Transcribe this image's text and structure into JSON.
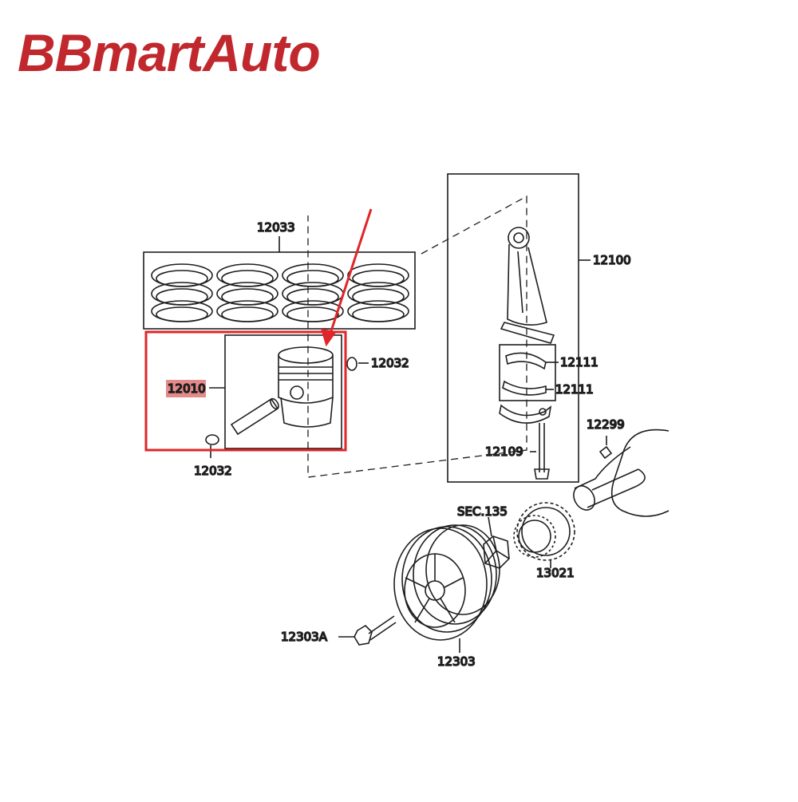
{
  "brand": {
    "logo_text": "BBmartAuto",
    "color": "#c0282d"
  },
  "colors": {
    "highlight_box": "#e0262a",
    "callout_arrow": "#e0262a",
    "line_art": "#1e1e1e",
    "part_highlight": "#e58a8a"
  },
  "callouts": {
    "piston_rings": "12033",
    "piston_assembly": "12010",
    "snap_ring_right": "12032",
    "snap_ring_left": "12032",
    "connecting_rod": "12100",
    "bearing_upper": "12111",
    "bearing_lower": "12111",
    "rod_bolt": "12109",
    "crank_key": "12299",
    "section_ref": "SEC.135",
    "crank_sprocket": "13021",
    "pulley_bolt": "12303A",
    "crank_pulley": "12303"
  }
}
